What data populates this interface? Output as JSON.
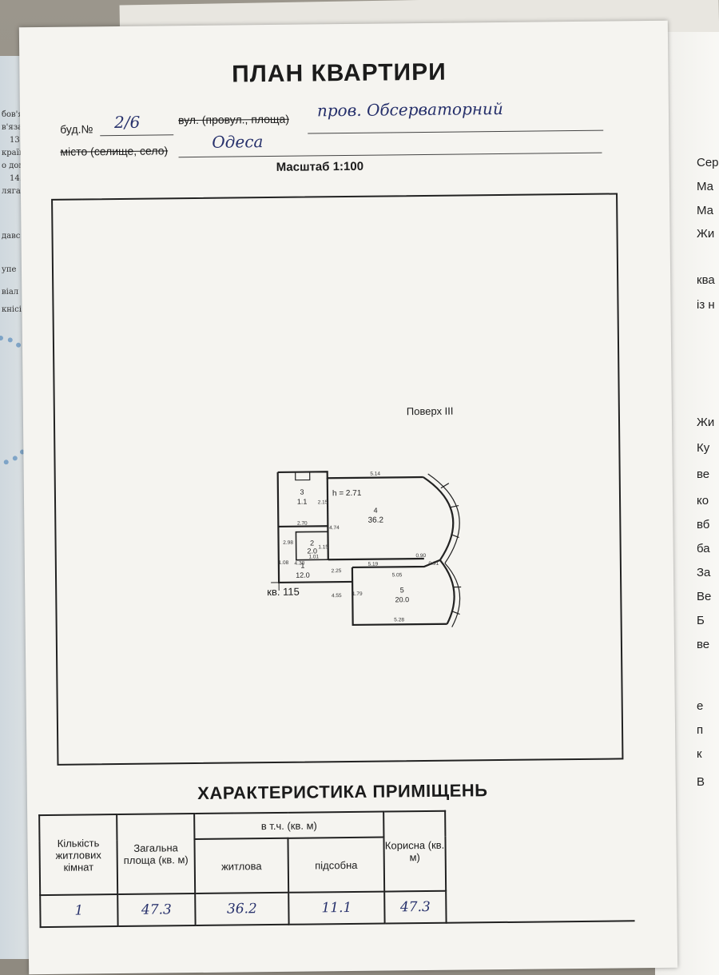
{
  "document": {
    "title": "ПЛАН КВАРТИРИ",
    "building_prefix": "буд.№",
    "building_number": "2/6",
    "street_label": "вул. (провул., площа)",
    "street_value": "пров. Обсерваторний",
    "city_label": "місто (селище, село)",
    "city_value": "Одеса",
    "scale": "Масштаб 1:100"
  },
  "plan": {
    "floor_label": "Поверх III",
    "apartment_label": "кв. 115",
    "height": "h = 2.71",
    "rooms": [
      {
        "number": "1",
        "area": "12.0"
      },
      {
        "number": "2",
        "area": "2.0"
      },
      {
        "number": "3",
        "area": "1.1"
      },
      {
        "number": "4",
        "area": "36.2"
      },
      {
        "number": "5",
        "area": "20.0"
      }
    ],
    "dimensions": [
      "5.14",
      "2.15",
      "2.70",
      "1.15",
      "2.98",
      "4.74",
      "1.01",
      "4.30",
      "5.19",
      "0.90",
      "0.91",
      "5.05",
      "2.25",
      "1.08",
      "4.55",
      "1.79",
      "5.28"
    ]
  },
  "characteristics": {
    "title": "ХАРАКТЕРИСТИКА ПРИМІЩЕНЬ",
    "headers": {
      "rooms_count": "Кількість житлових кімнат",
      "total_area": "Загальна площа (кв. м)",
      "including": "в т.ч. (кв. м)",
      "living": "житлова",
      "auxiliary": "підсобна",
      "useful": "Корисна (кв. м)"
    },
    "values": {
      "rooms_count": "1",
      "total_area": "47.3",
      "living": "36.2",
      "auxiliary": "11.1",
      "useful": "47.3"
    }
  },
  "side_fragments": {
    "left": [
      "бов'яз",
      "в'яза",
      "13.",
      "країн",
      "о дом",
      "14.",
      "ляган",
      "давс",
      "упе",
      "віал",
      "кнісі"
    ],
    "right": [
      "Сер",
      "Ма",
      "Ма",
      "Жи",
      "ква",
      "із н",
      "Жи",
      "Ку",
      "ве",
      "ко",
      "вб",
      "ба",
      "За",
      "Ве",
      "Б",
      "ве",
      "е",
      "п",
      "к",
      "В"
    ]
  }
}
